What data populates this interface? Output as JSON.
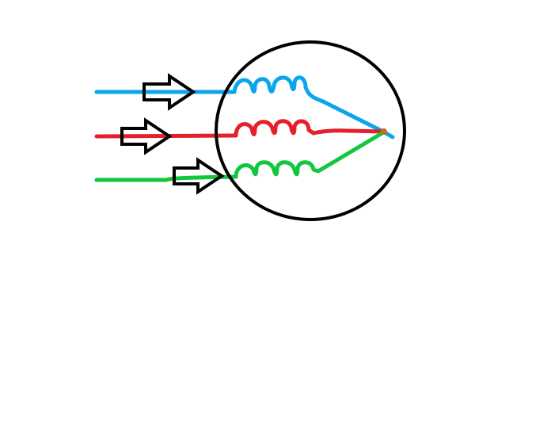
{
  "diagram": {
    "kind": "three-phase star (wye) connected windings",
    "housing": {
      "color": "#000000"
    },
    "phases": [
      {
        "id": "phase-1",
        "color": "#0BA5EC",
        "arrow": "right-arrow-icon"
      },
      {
        "id": "phase-2",
        "color": "#E3202C",
        "arrow": "right-arrow-icon"
      },
      {
        "id": "phase-3",
        "color": "#12C63D",
        "arrow": "right-arrow-icon"
      }
    ],
    "neutral_point": {
      "color": "#C46E1A"
    }
  }
}
